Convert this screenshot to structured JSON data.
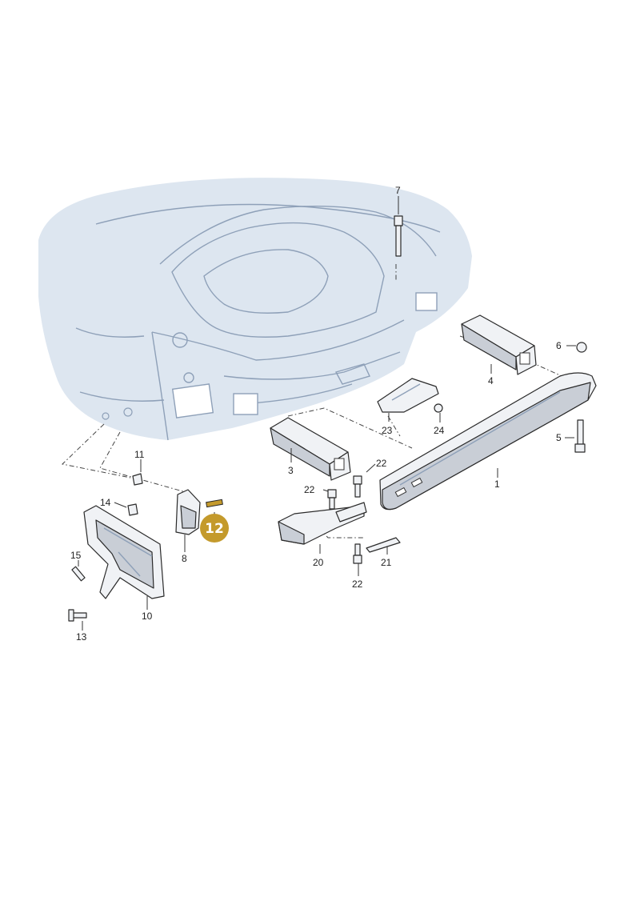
{
  "labels": {
    "l1": "1",
    "l3": "3",
    "l4": "4",
    "l5": "5",
    "l6": "6",
    "l7": "7",
    "l8": "8",
    "l10": "10",
    "l11": "11",
    "l12": "12",
    "l13": "13",
    "l14": "14",
    "l15": "15",
    "l20": "20",
    "l21": "21",
    "l22a": "22",
    "l22b": "22",
    "l22c": "22",
    "l23": "23",
    "l24": "24"
  },
  "highlight": {
    "label": "12",
    "color": "#c49a2c"
  },
  "colors": {
    "car_body": "#dde6f0",
    "car_line": "#8ea0b8",
    "part_fill": "#f0f2f5",
    "part_dark": "#c9ced6"
  }
}
